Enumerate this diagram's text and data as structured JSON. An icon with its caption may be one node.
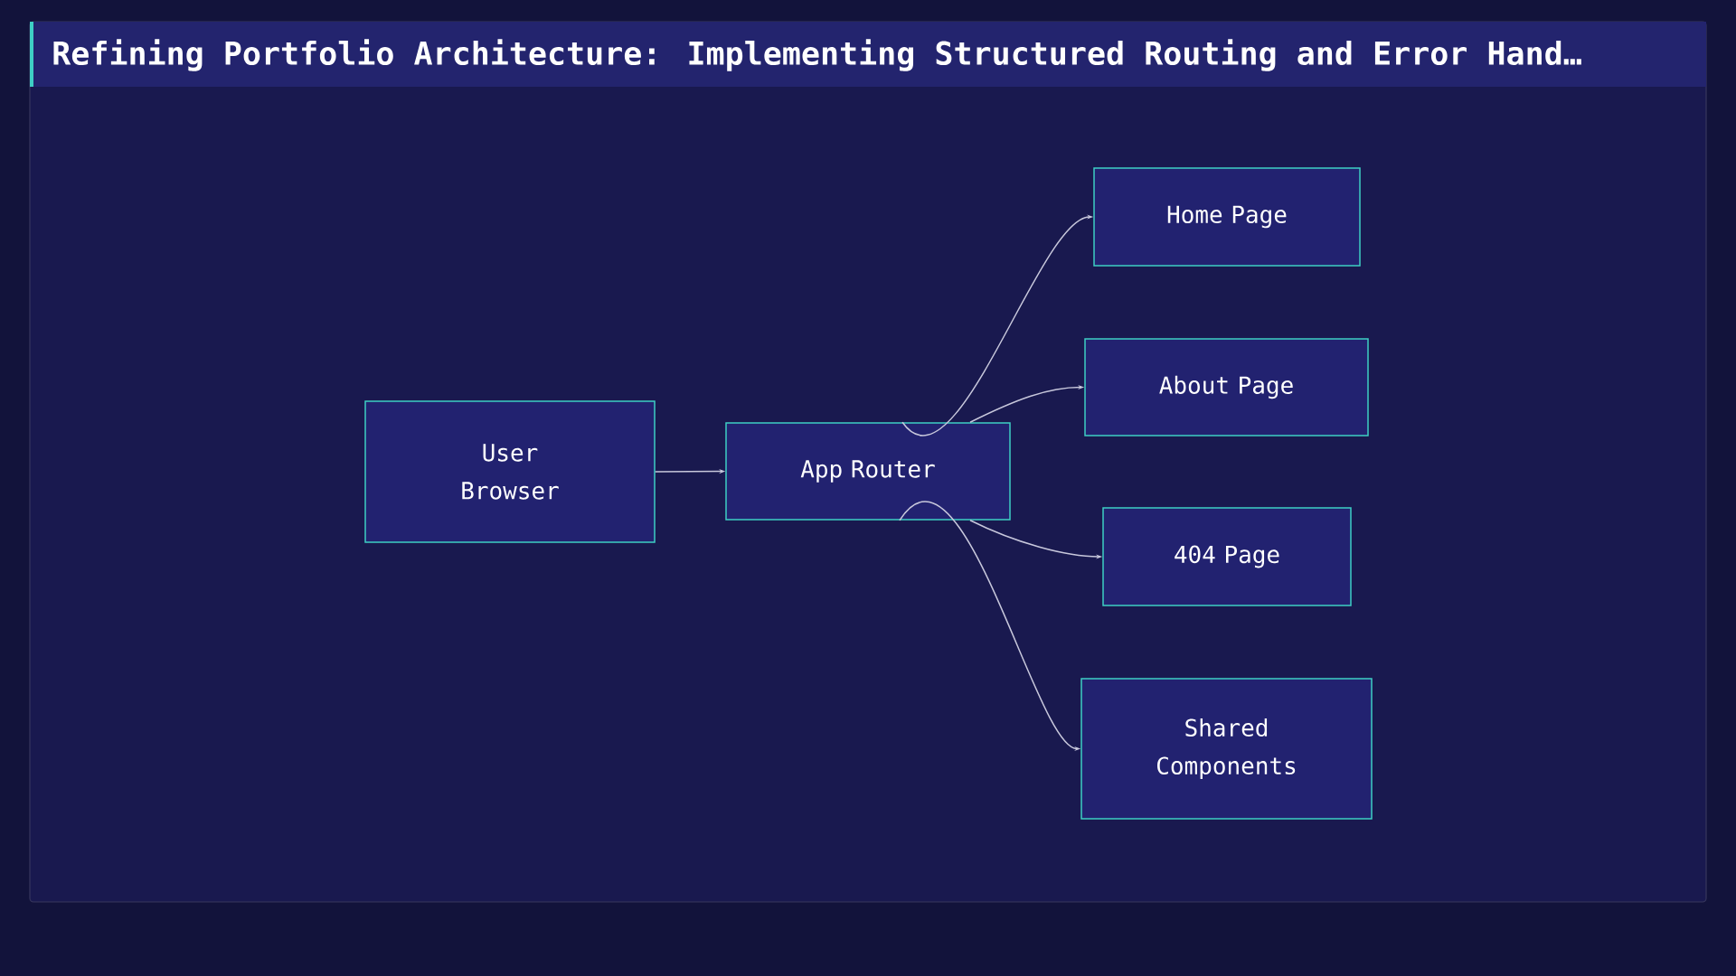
{
  "diagram": {
    "title": "Refining Portfolio Architecture: Implementing Structured Routing and Error Hand…",
    "nodes": [
      {
        "text": [
          "User Browser"
        ]
      },
      {
        "text": [
          "App Router"
        ]
      },
      {
        "text": [
          "Home Page"
        ]
      },
      {
        "text": [
          "About Page"
        ]
      },
      {
        "text": [
          "404 Page"
        ]
      },
      {
        "text": [
          "Shared Components"
        ]
      }
    ],
    "edges": [
      {
        "from": 0,
        "to": 1,
        "arrow": "to"
      },
      {
        "from": 1,
        "to": 2,
        "arrow": "to"
      },
      {
        "from": 1,
        "to": 3,
        "arrow": "to"
      },
      {
        "from": 1,
        "to": 4,
        "arrow": "to"
      },
      {
        "from": 1,
        "to": 5,
        "arrow": "to"
      }
    ]
  }
}
